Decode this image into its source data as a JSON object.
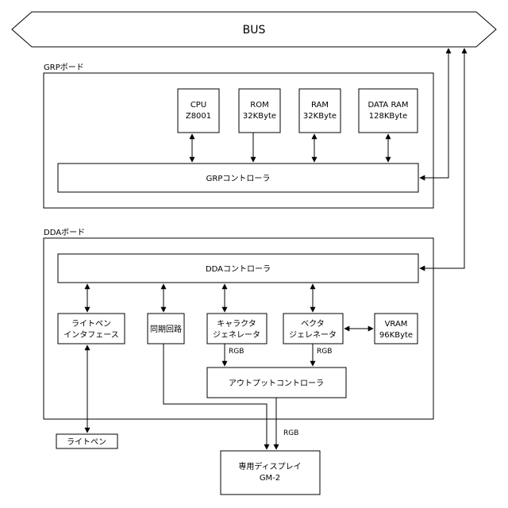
{
  "bus": {
    "label": "BUS"
  },
  "grp_board": {
    "label": "GRPボード",
    "cpu": [
      "CPU",
      "Z8001"
    ],
    "rom": [
      "ROM",
      "32KByte"
    ],
    "ram": [
      "RAM",
      "32KByte"
    ],
    "data_ram": [
      "DATA RAM",
      "128KByte"
    ],
    "controller": "GRPコントローラ"
  },
  "dda_board": {
    "label": "DDAボード",
    "controller": "DDAコントローラ",
    "lightpen_interface": [
      "ライトペン",
      "インタフェース"
    ],
    "sync_circuit": "同期回路",
    "char_generator": [
      "キャラクタ",
      "ジェネレータ"
    ],
    "vector_generator": [
      "ベクタ",
      "ジェレネータ"
    ],
    "vram": [
      "VRAM",
      "96KByte"
    ],
    "output_controller": "アウトプットコントローラ",
    "rgb_char": "RGB",
    "rgb_vector": "RGB"
  },
  "light_pen": "ライトペン",
  "rgb_output": "RGB",
  "display": [
    "専用ディスプレイ",
    "GM-2"
  ]
}
